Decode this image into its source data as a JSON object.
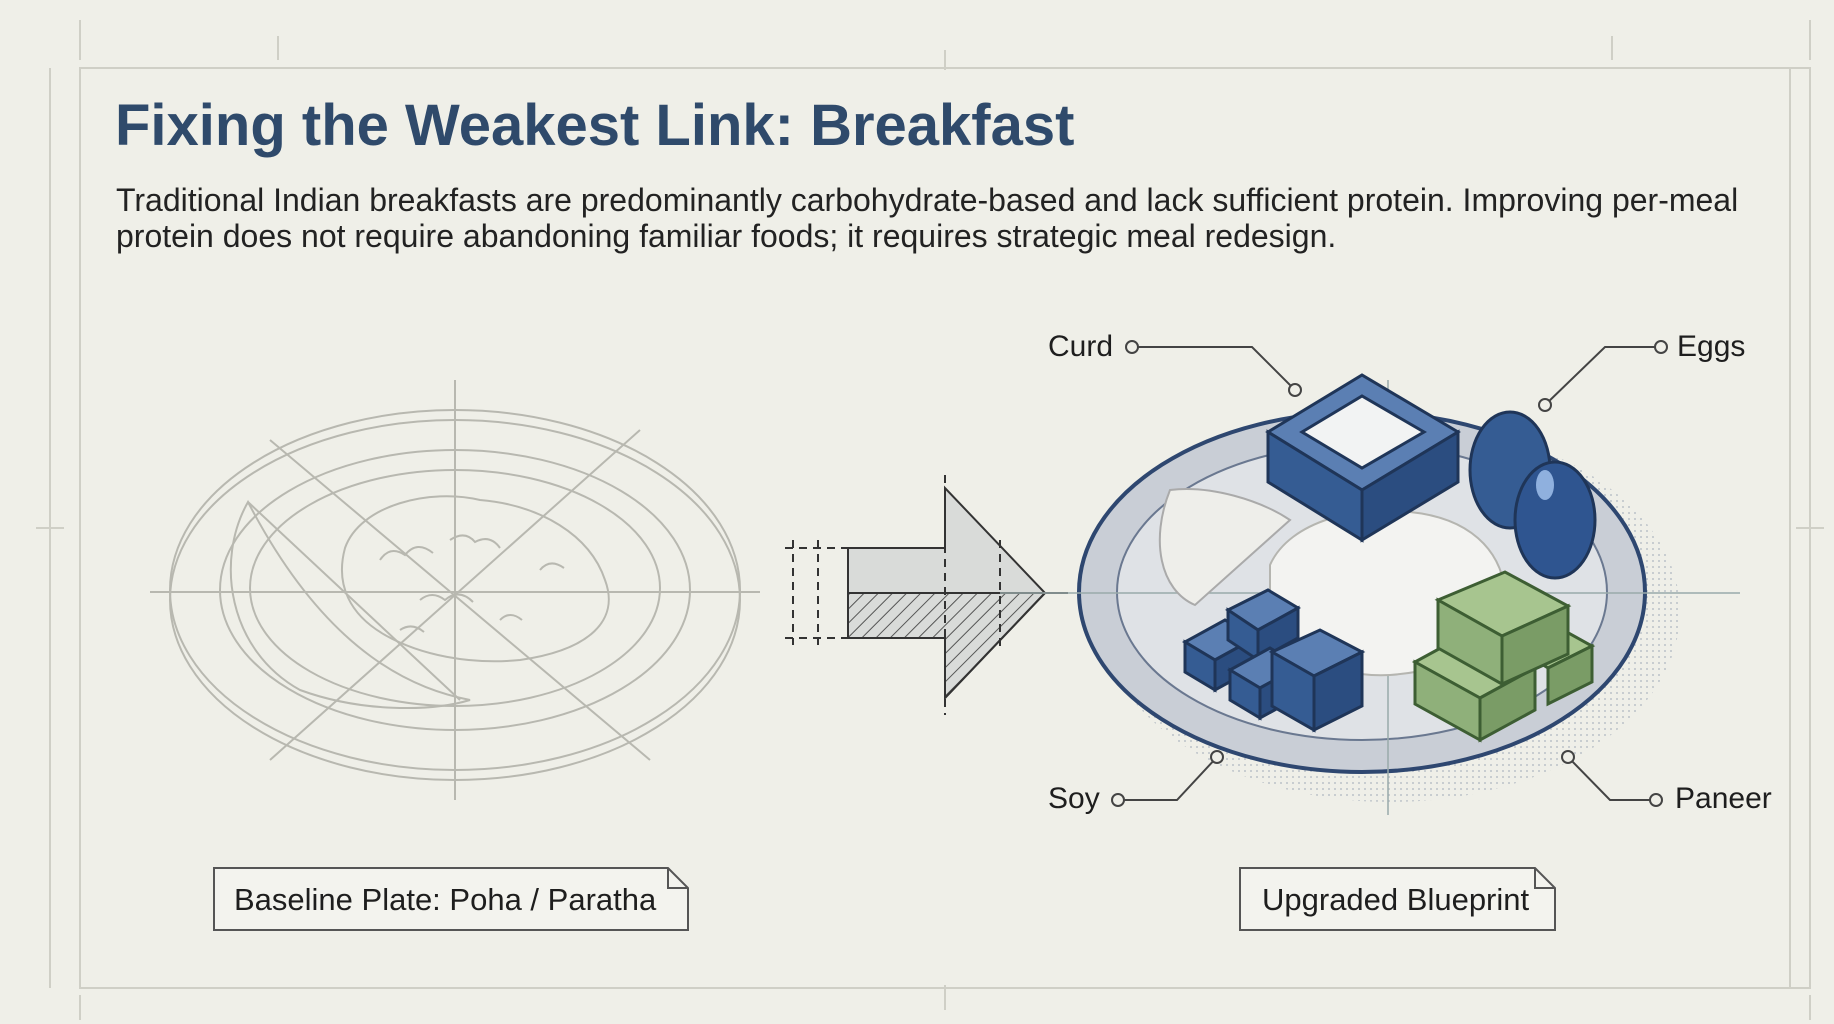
{
  "title": "Fixing the Weakest Link: Breakfast",
  "subtitle": "Traditional Indian breakfasts are predominantly carbohydrate-based and lack sufficient protein. Improving per-meal protein does not require abandoning familiar foods; it requires strategic meal redesign.",
  "labels": {
    "curd": "Curd",
    "eggs": "Eggs",
    "soy": "Soy",
    "paneer": "Paneer"
  },
  "captions": {
    "baseline": "Baseline Plate: Poha / Paratha",
    "upgraded": "Upgraded Blueprint"
  },
  "colors": {
    "title": "#2f4a6b",
    "blue": "#355c93",
    "green": "#8fb07a",
    "sketch": "#b8b8b0"
  }
}
